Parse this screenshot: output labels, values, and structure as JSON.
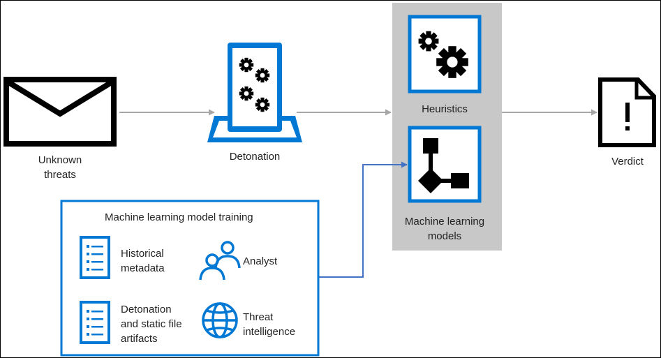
{
  "colors": {
    "accent": "#0078d4",
    "connector_gray": "#a6a6a6",
    "connector_blue": "#4472c4",
    "panel_gray": "#c8c8c8",
    "ink": "#000000",
    "text": "#222222"
  },
  "nodes": {
    "unknown_threats": {
      "icon": "envelope-icon",
      "label": "Unknown threats"
    },
    "detonation": {
      "icon": "sandbox-device-icon",
      "label": "Detonation"
    },
    "heuristics": {
      "icon": "gears-icon",
      "label": "Heuristics"
    },
    "ml_models": {
      "icon": "flow-model-icon",
      "label": "Machine learning models"
    },
    "verdict": {
      "icon": "document-alert-icon",
      "label": "Verdict"
    }
  },
  "training": {
    "title": "Machine learning model training",
    "items": [
      {
        "icon": "list-document-icon",
        "label": "Historical metadata"
      },
      {
        "icon": "users-icon",
        "label": "Analyst"
      },
      {
        "icon": "list-document-icon",
        "label": "Detonation and static file artifacts"
      },
      {
        "icon": "globe-icon",
        "label": "Threat intelligence"
      }
    ]
  }
}
